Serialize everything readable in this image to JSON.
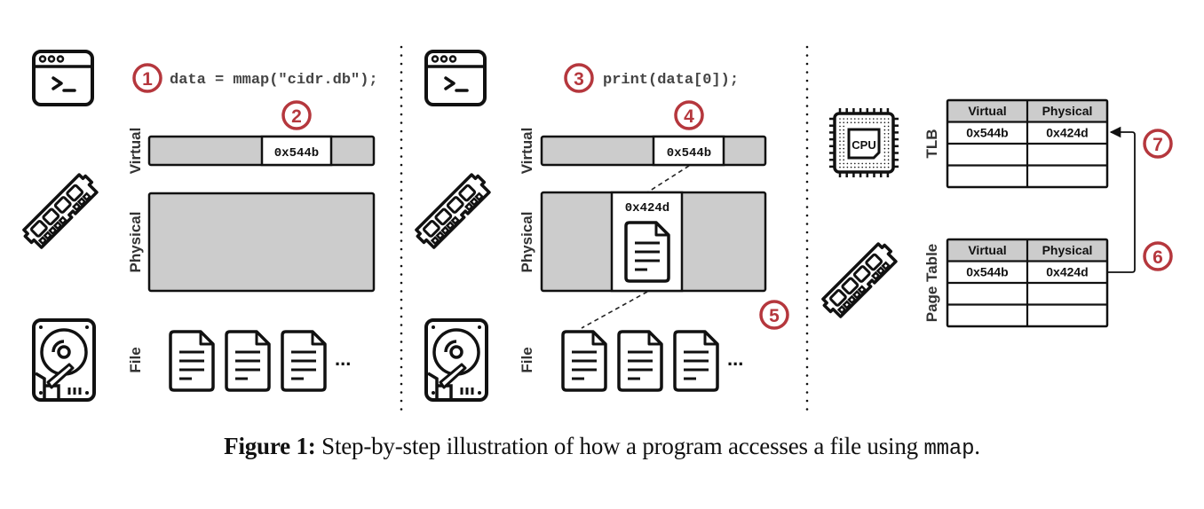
{
  "colors": {
    "step_red": "#b5373d",
    "stroke": "#111111",
    "fill_gray": "#cccccc",
    "code_text": "#444444",
    "dash": "#222222"
  },
  "panels": [
    {
      "id": "panel-1",
      "code": "data = mmap(\"cidr.db\");",
      "code_step": "1",
      "virtual_step": "2",
      "labels": {
        "virtual": "Virtual",
        "physical": "Physical",
        "file": "File"
      },
      "virtual_address": "0x544b",
      "physical_address": null,
      "ellipsis": "..."
    },
    {
      "id": "panel-2",
      "code": "print(data[0]);",
      "code_step": "3",
      "virtual_step": "4",
      "load_step": "5",
      "labels": {
        "virtual": "Virtual",
        "physical": "Physical",
        "file": "File"
      },
      "virtual_address": "0x544b",
      "physical_address": "0x424d",
      "ellipsis": "..."
    }
  ],
  "panel3": {
    "tlb": {
      "label": "TLB",
      "columns": [
        "Virtual",
        "Physical"
      ],
      "rows": [
        [
          "0x544b",
          "0x424d"
        ],
        [
          "",
          ""
        ],
        [
          "",
          ""
        ]
      ],
      "step": "7"
    },
    "page_table": {
      "label": "Page Table",
      "columns": [
        "Virtual",
        "Physical"
      ],
      "rows": [
        [
          "0x544b",
          "0x424d"
        ],
        [
          "",
          ""
        ],
        [
          "",
          ""
        ]
      ],
      "step": "6"
    },
    "cpu_label": "CPU"
  },
  "icons": [
    "terminal-icon",
    "ram-icon",
    "hard-drive-icon",
    "document-icon",
    "cpu-icon"
  ],
  "caption": {
    "label": "Figure 1:",
    "text": " Step-by-step illustration of how a program accesses a file using ",
    "code": "mmap",
    "end": "."
  }
}
